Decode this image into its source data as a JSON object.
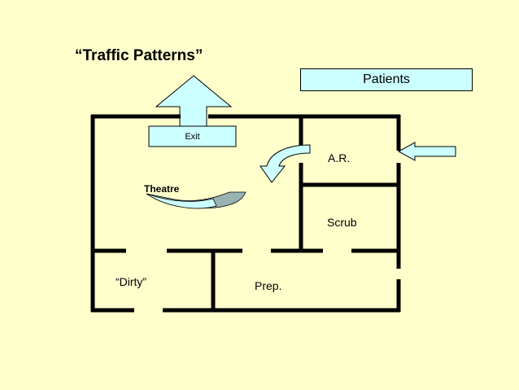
{
  "title": "“Traffic Patterns”",
  "patients_label": "Patients",
  "exit_label": "Exit",
  "rooms": {
    "theatre": "Theatre",
    "ar": "A.R.",
    "scrub": "Scrub",
    "dirty": "“Dirty”",
    "prep": "Prep."
  },
  "colors": {
    "background": "#FFFFCC",
    "arrow_fill": "#CCFFFF",
    "arrow_shade": "#99B3B3",
    "wall": "#000000"
  }
}
